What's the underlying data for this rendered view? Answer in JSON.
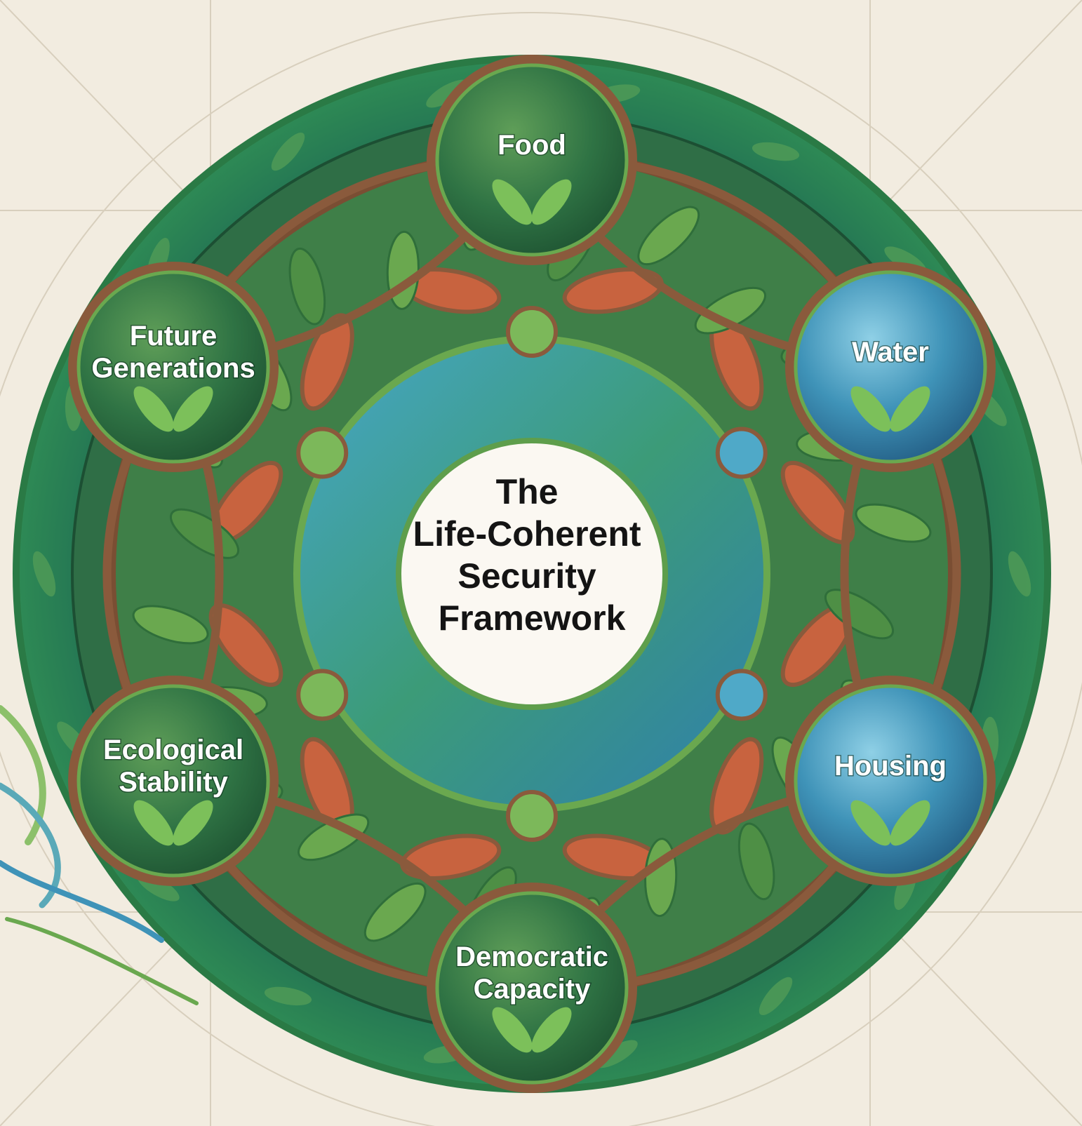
{
  "center": {
    "title_lines": [
      "The",
      "Life-Coherent",
      "Security",
      "Framework"
    ]
  },
  "nodes": [
    {
      "id": "food",
      "lines": [
        "Food"
      ],
      "theme": "green"
    },
    {
      "id": "water",
      "lines": [
        "Water"
      ],
      "theme": "blue"
    },
    {
      "id": "housing",
      "lines": [
        "Housing"
      ],
      "theme": "blue"
    },
    {
      "id": "democratic-capacity",
      "lines": [
        "Democratic",
        "Capacity"
      ],
      "theme": "green"
    },
    {
      "id": "ecological-stability",
      "lines": [
        "Ecological",
        "Stability"
      ],
      "theme": "green"
    },
    {
      "id": "future-generations",
      "lines": [
        "Future",
        "Generations"
      ],
      "theme": "green"
    }
  ],
  "colors": {
    "background": "#f2ece0",
    "outer_ring": "#2e6b4a",
    "vine_brown": "#8a5a3c",
    "leaf_green": "#6aa84f",
    "inner_blue": "#3f93b8",
    "terracotta": "#c8633f",
    "center_fill": "#fbf8f2"
  }
}
